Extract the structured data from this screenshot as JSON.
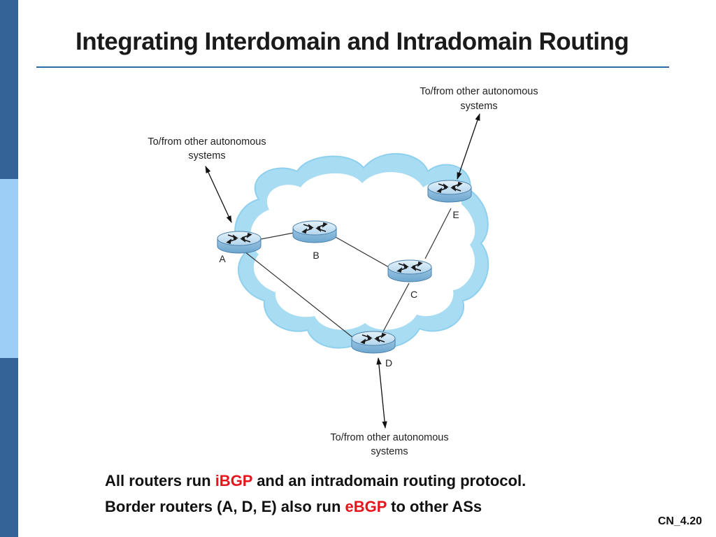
{
  "slide": {
    "title": "Integrating Interdomain and Intradomain Routing",
    "number": "CN_4.20"
  },
  "colors": {
    "sidebar_dark": "#346497",
    "sidebar_light": "#9dcff6",
    "title_rule": "#2f6aa0",
    "cloud": "#a8dcf2",
    "router": "#c4def0",
    "highlight": "#e8141b"
  },
  "diagram": {
    "routers": [
      {
        "id": "A",
        "label": "A"
      },
      {
        "id": "B",
        "label": "B"
      },
      {
        "id": "C",
        "label": "C"
      },
      {
        "id": "D",
        "label": "D"
      },
      {
        "id": "E",
        "label": "E"
      }
    ],
    "links": [
      [
        "A",
        "B"
      ],
      [
        "A",
        "D"
      ],
      [
        "B",
        "C"
      ],
      [
        "C",
        "D"
      ],
      [
        "C",
        "E"
      ]
    ],
    "external_labels": {
      "a_line1": "To/from other autonomous",
      "a_line2": "systems",
      "e_line1": "To/from other autonomous",
      "e_line2": "systems",
      "d_line1": "To/from other autonomous",
      "d_line2": "systems"
    }
  },
  "caption": {
    "line1_before": "All routers run ",
    "line1_highlight": "iBGP",
    "line1_after": " and an intradomain routing protocol.",
    "line2_before": "Border routers (A, D, E) also run ",
    "line2_highlight": "eBGP",
    "line2_after": " to other ASs"
  }
}
